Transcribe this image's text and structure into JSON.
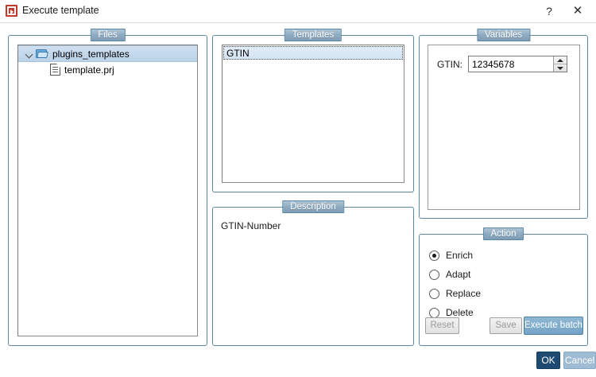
{
  "window": {
    "title": "Execute template",
    "icon": "execute-template-icon",
    "help_label": "?",
    "close_label": "✕"
  },
  "files_panel": {
    "title": "Files",
    "tree": [
      {
        "label": "plugins_templates",
        "icon": "folder-open-icon",
        "expanded": true,
        "selected": true,
        "depth": 0
      },
      {
        "label": "template.prj",
        "icon": "file-document-icon",
        "expanded": false,
        "selected": false,
        "depth": 1
      }
    ]
  },
  "templates_panel": {
    "title": "Templates",
    "items": [
      {
        "label": "GTIN",
        "selected": true
      }
    ]
  },
  "description_panel": {
    "title": "Description",
    "text": "GTIN-Number"
  },
  "variables_panel": {
    "title": "Variables",
    "fields": [
      {
        "label": "GTIN:",
        "value": "12345678",
        "type": "spinner"
      }
    ]
  },
  "action_panel": {
    "title": "Action",
    "options": [
      {
        "label": "Enrich",
        "checked": true
      },
      {
        "label": "Adapt",
        "checked": false
      },
      {
        "label": "Replace",
        "checked": false
      },
      {
        "label": "Delete",
        "checked": false
      }
    ],
    "buttons": {
      "reset": "Reset",
      "save": "Save",
      "execute_batch": "Execute batch"
    }
  },
  "dialog_buttons": {
    "ok": "OK",
    "cancel": "Cancel"
  },
  "colors": {
    "group_border": "#5b88a5",
    "group_title_bg": "#8fabc2",
    "selection_blue": "#bcd2e8",
    "primary_button": "#74a3c6",
    "ok_button": "#1f4a72",
    "cancel_button": "#9fbcd4",
    "icon_red": "#c0392b"
  }
}
